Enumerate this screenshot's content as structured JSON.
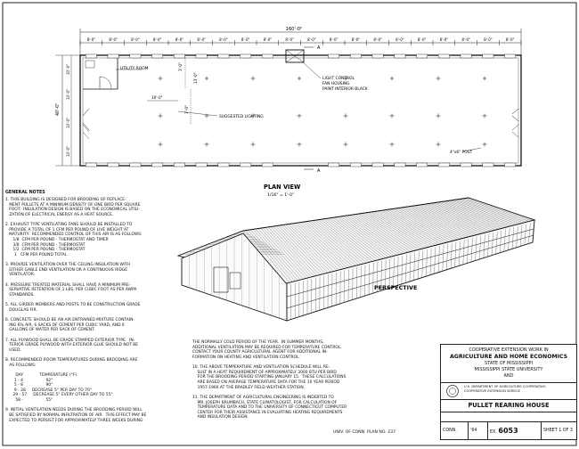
{
  "plan": {
    "overall_width": "160'-0\"",
    "module_labels": [
      "8'-0\"",
      "8'-0\"",
      "8'-0\"",
      "8'-0\"",
      "8'-0\"",
      "8'-0\"",
      "8'-0\"",
      "8'-0\"",
      "8'-0\"",
      "8'-0\"",
      "8'-0\"",
      "8'-0\"",
      "8'-0\"",
      "8'-0\"",
      "8'-0\"",
      "8'-0\"",
      "8'-0\"",
      "8'-0\"",
      "8'-0\"",
      "8'-0\""
    ],
    "depth": "40'-0\"",
    "left_side_dims": [
      "10'-0\"",
      "10'-0\"",
      "10'-0\"",
      "10'-0\""
    ],
    "inner_dim_a": "3'-0\"",
    "inner_dim_b": "7'-0\"",
    "inner_dim_c": "13'-0\"",
    "inner_dim_d": "10'-0\"",
    "utility_room": "UTILITY ROOM",
    "suggested_lighting": "SUGGESTED LIGHTING",
    "light_control_1": "LIGHT CONTROL",
    "light_control_2": "FAN HOUSING",
    "light_control_3": "PAINT INTERIOR BLACK",
    "post_label": "4\"x6\" POST",
    "section_mark": "A",
    "title": "PLAN VIEW",
    "scale": "1/16\" = 1'-0\""
  },
  "perspective": {
    "label": "PERSPECTIVE"
  },
  "notes": {
    "heading": "GENERAL NOTES",
    "body": "1. THIS BUILDING IS DESIGNED FOR BROODING OF REPLACE-\n   MENT PULLETS AT A MINIMUM DENSITY OF ONE BIRD PER SQUARE\n   FOOT.  INSULATION DESIGN IS BASED ON THE ECONOMICAL UTILI-\n   ZATION OF ELECTRICAL ENERGY AS A HEAT SOURCE.\n\n2. EXHAUST TYPE VENTILATING FANS SHOULD BE INSTALLED TO\n   PROVIDE A TOTAL OF 1 CFM PER POUND OF LIVE WEIGHT AT\n   MATURITY.  RECOMMENDED CONTROL OF THIS AIR IS AS FOLLOWS:\n      1/8  CFM PER POUND - THERMOSTAT AND TIMER\n      3/8  CFM PER POUND - THERMOSTAT\n      1/2  CFM PER POUND - THERMOSTAT\n       1   CFM PER POUND TOTAL\n\n3. PROVIDE VENTILATION OVER THE CEILING INSULATION WITH\n   EITHER GABLE END VENTILATION OR A CONTINUOUS RIDGE\n   VENTILATOR.\n\n4. PRESSURE TREATED MATERIAL SHALL HAVE A MINIMUM PRE-\n   SERVATIVE RETENTION OF 1 LBS. PER CUBIC FOOT AS PER AWPA\n   STANDARDS.\n\n5. ALL GIRDER MEMBERS AND POSTS TO BE CONSTRUCTION GRADE\n   DOUGLAS FIR.\n\n6. CONCRETE SHOULD BE AN AIR ENTRAINED MIXTURE CONTAIN-\n   ING 6% AIR, 6 SACKS OF CEMENT PER CUBIC YARD, AND 6\n   GALLONS OF WATER PER SACK OF CEMENT.\n\n7. ALL PLYWOOD SHALL BE GRADE STAMPED EXTERIOR TYPE.  IN-\n   TERIOR GRADE PLYWOOD WITH EXTERIOR GLUE SHOULD NOT BE\n   USED.\n\n8. RECOMMENDED ROOM TEMPERATURES DURING BROODING ARE\n   AS FOLLOWS:\n\n        DAY             TEMPERATURE (°F)\n       1 - 4                  92°\n       5 - 8                  90°\n       9 - 28     DECREASE 5° PER DAY TO 70°\n      29 - 57     DECREASE 5° EVERY OTHER DAY TO 55°\n        58 -                  55°\n\n9. INITIAL VENTILATION NEEDS DURING THE BROODING PERIOD WILL\n   BE SATISFIED BY NORMAL INFILTRATION OF AIR.  THIS EFFECT MAY BE\n   EXPECTED TO PERSIST FOR APPROXIMATELY THREE WEEKS DURING",
    "body2": "THE NORMALLY COLD PERIOD OF THE YEAR.  IN SUMMER MONTHS,\nADDITIONAL VENTILATION MAY BE REQUIRED FOR TEMPERATURE CONTROL.\nCONTACT YOUR COUNTY AGRICULTURAL AGENT FOR ADDITIONAL IN-\nFORMATION ON HEATING AND VENTILATION CONTROL.\n\n10. THE ABOVE TEMPERATURE AND VENTILATION SCHEDULE WILL RE-\n    SULT IN A HEAT REQUIREMENT OF APPROXIMATELY 3000 BTU PER BIRD\n    FOR THE BROODING PERIOD STARTING JANUARY 15.  THESE CALCULATIONS\n    ARE BASED ON AVERAGE TEMPERATURE DATA FOR THE 10 YEAR PERIOD\n    1957-1966 AT THE BRADLEY FIELD WEATHER STATION.\n\n11. THE DEPARTMENT OF AGRICULTURAL ENGINEERING IS INDEBTED TO\n    MR. JOSEPH BRUMBACH, STATE CLIMATOLOGIST, FOR CALCULATION OF\n    TEMPERATURE DATA AND TO THE UNIVERSITY OF CONNECTICUT COMPUTER\n    CENTER FOR THEIR ASSISTANCE IN EVALUATING HEATING REQUIREMENTS\n    AND INSULATION DESIGN.",
    "footer": "UNIV. OF CONN. PLAN NO. 237"
  },
  "title_block": {
    "line1": "COOPERATIVE EXTENSION WORK IN",
    "line2": "AGRICULTURE AND HOME ECONOMICS",
    "line3": "STATE OF MISSISSIPPI",
    "line4": "MISSISSIPPI STATE UNIVERSITY",
    "line5": "AND",
    "seal_text": "U.S. DEPARTMENT OF AGRICULTURE COOPERATING\nCOOPERATIVE EXTENSION SERVICE",
    "drawing_name": "PULLET REARING HOUSE",
    "cell_a_label": "CONN.",
    "cell_a_value": "'64",
    "cell_b_label": "EX.",
    "cell_b_value": "6053",
    "cell_c_label": "SHEET",
    "cell_c_value": "1 OF 3"
  }
}
